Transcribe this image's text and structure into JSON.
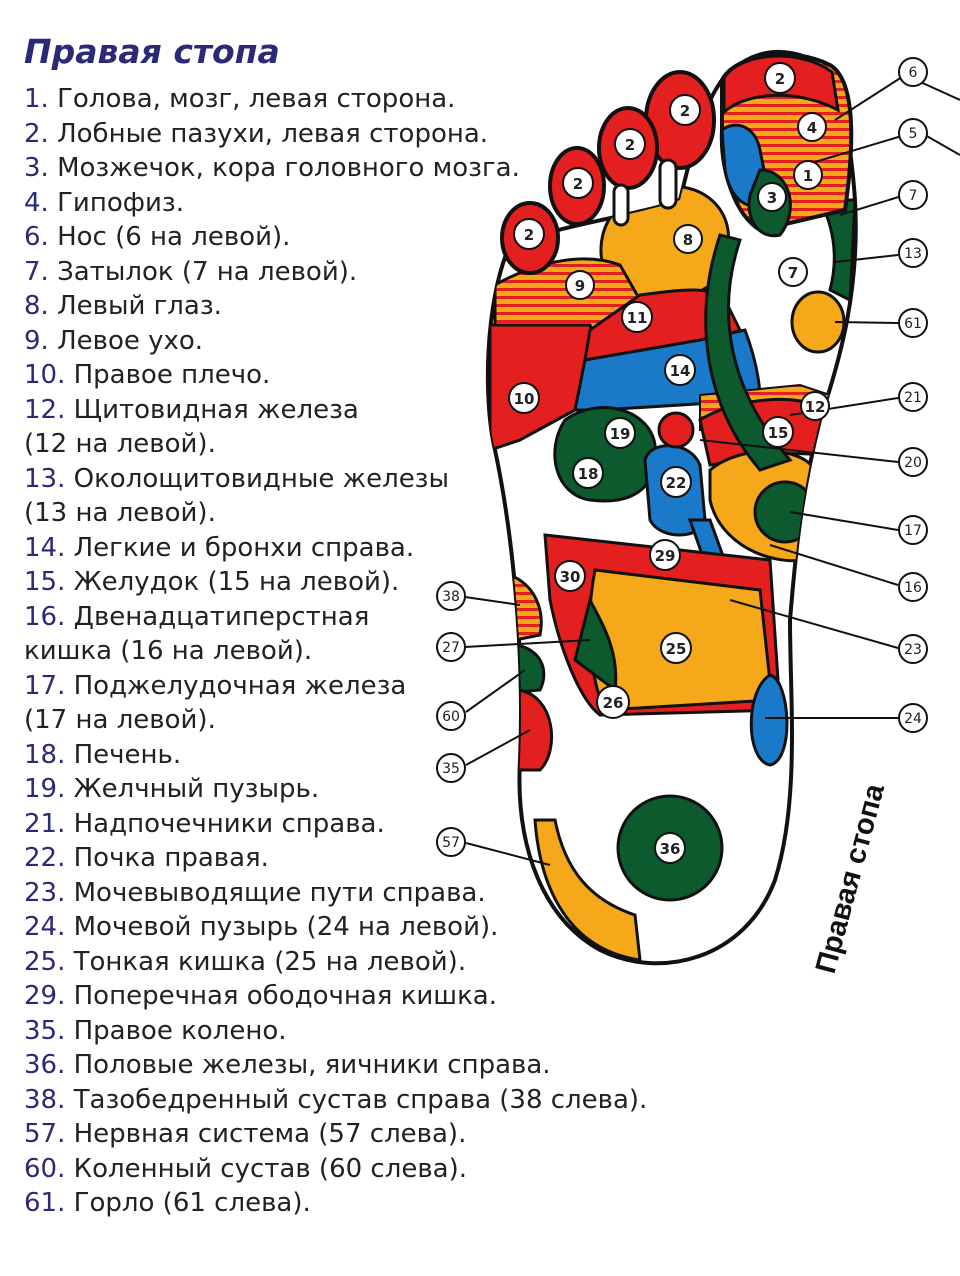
{
  "title": "Правая стопа",
  "legend": [
    {
      "num": "1.",
      "text": "Голова, мозг, левая сторона."
    },
    {
      "num": "2.",
      "text": "Лобные пазухи, левая сторона."
    },
    {
      "num": "3.",
      "text": "Мозжечок, кора головного мозга."
    },
    {
      "num": "4.",
      "text": "Гипофиз."
    },
    {
      "num": "6.",
      "text": "Нос (6 на левой)."
    },
    {
      "num": "7.",
      "text": "Затылок (7 на левой)."
    },
    {
      "num": "8.",
      "text": "Левый глаз."
    },
    {
      "num": "9.",
      "text": "Левое ухо."
    },
    {
      "num": "10.",
      "text": "Правое плечо."
    },
    {
      "num": "12.",
      "text": "Щитовидная железа"
    },
    {
      "num": "",
      "text": "(12 на левой)."
    },
    {
      "num": "13.",
      "text": "Околощитовидные железы"
    },
    {
      "num": "",
      "text": "(13 на левой)."
    },
    {
      "num": "14.",
      "text": "Легкие и бронхи справа."
    },
    {
      "num": "15.",
      "text": "Желудок (15 на левой)."
    },
    {
      "num": "16.",
      "text": "Двенадцатиперстная"
    },
    {
      "num": "",
      "text": "кишка (16 на левой)."
    },
    {
      "num": "17.",
      "text": "Поджелудочная железа"
    },
    {
      "num": "",
      "text": "(17 на левой)."
    },
    {
      "num": "18.",
      "text": "Печень."
    },
    {
      "num": "19.",
      "text": "Желчный пузырь."
    },
    {
      "num": "21.",
      "text": "Надпочечники справа."
    },
    {
      "num": "22.",
      "text": "Почка правая."
    },
    {
      "num": "23.",
      "text": "Мочевыводящие пути справа."
    },
    {
      "num": "24.",
      "text": "Мочевой пузырь (24 на левой)."
    },
    {
      "num": "25.",
      "text": "Тонкая кишка (25 на левой)."
    },
    {
      "num": "29.",
      "text": "Поперечная ободочная кишка."
    },
    {
      "num": "35.",
      "text": "Правое колено."
    },
    {
      "num": "36.",
      "text": "Половые железы, яичники справа."
    },
    {
      "num": "38.",
      "text": "Тазобедренный сустав справа (38 слева)."
    },
    {
      "num": "57.",
      "text": "Нервная система (57 слева)."
    },
    {
      "num": "60.",
      "text": "Коленный сустав (60 слева)."
    },
    {
      "num": "61.",
      "text": "Горло (61 слева)."
    }
  ],
  "zone_labels": {
    "toe1": "2",
    "toe2": "2",
    "toe3": "2",
    "toe4": "2",
    "toe5": "2",
    "z1": "1",
    "z3": "3",
    "z4": "4",
    "z7": "7",
    "z8": "8",
    "z9": "9",
    "z10": "10",
    "z11": "11",
    "z12": "12",
    "z14": "14",
    "z15": "15",
    "z18": "18",
    "z19": "19",
    "z22": "22",
    "z25": "25",
    "z26": "26",
    "z29": "29",
    "z30": "30",
    "z36": "36"
  },
  "callouts": {
    "c6": "6",
    "c5": "5",
    "c7": "7",
    "c13": "13",
    "c61": "61",
    "c21": "21",
    "c20": "20",
    "c17": "17",
    "c16": "16",
    "c23": "23",
    "c24": "24",
    "c38": "38",
    "c27": "27",
    "c60": "60",
    "c35": "35",
    "c57": "57"
  },
  "foot_caption": "Правая стопа",
  "colors": {
    "red": "#e3201f",
    "yellow": "#f4a81a",
    "orange": "#ef7d12",
    "green": "#0d5a2f",
    "blue": "#1b79c9",
    "title": "#2b2a78"
  }
}
